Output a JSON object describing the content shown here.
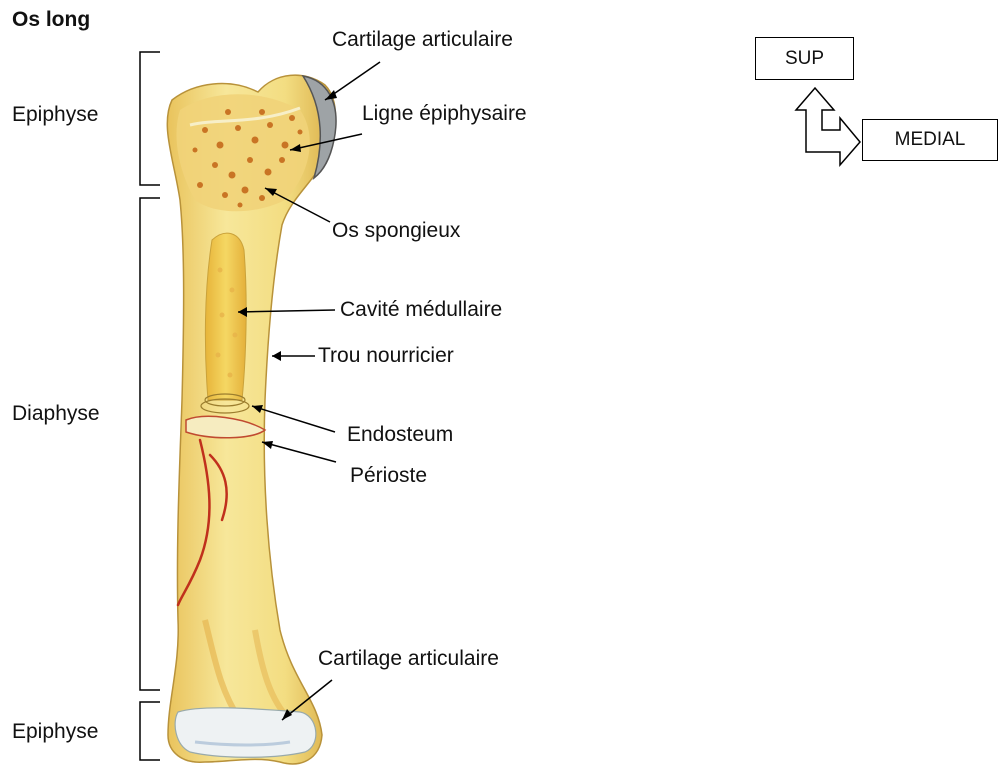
{
  "title": "Os long",
  "regions": {
    "epiphyse_top": "Epiphyse",
    "diaphyse": "Diaphyse",
    "epiphyse_bottom": "Epiphyse"
  },
  "labels": {
    "cartilage_top": "Cartilage articulaire",
    "ligne_epiphysaire": "Ligne épiphysaire",
    "os_spongieux": "Os spongieux",
    "cavite_medullaire": "Cavité médullaire",
    "trou_nourricier": "Trou nourricier",
    "endosteum": "Endosteum",
    "perioste": "Périoste",
    "cartilage_bottom": "Cartilage articulaire"
  },
  "orientation": {
    "sup": "SUP",
    "medial": "MEDIAL"
  },
  "colors": {
    "bone": "#f3e08a",
    "bone_shadow": "#e2bd55",
    "spongy": "#d0802a",
    "marrow": "#f0c845",
    "vessel": "#c0301c",
    "cartilage": "#e8eef0"
  }
}
